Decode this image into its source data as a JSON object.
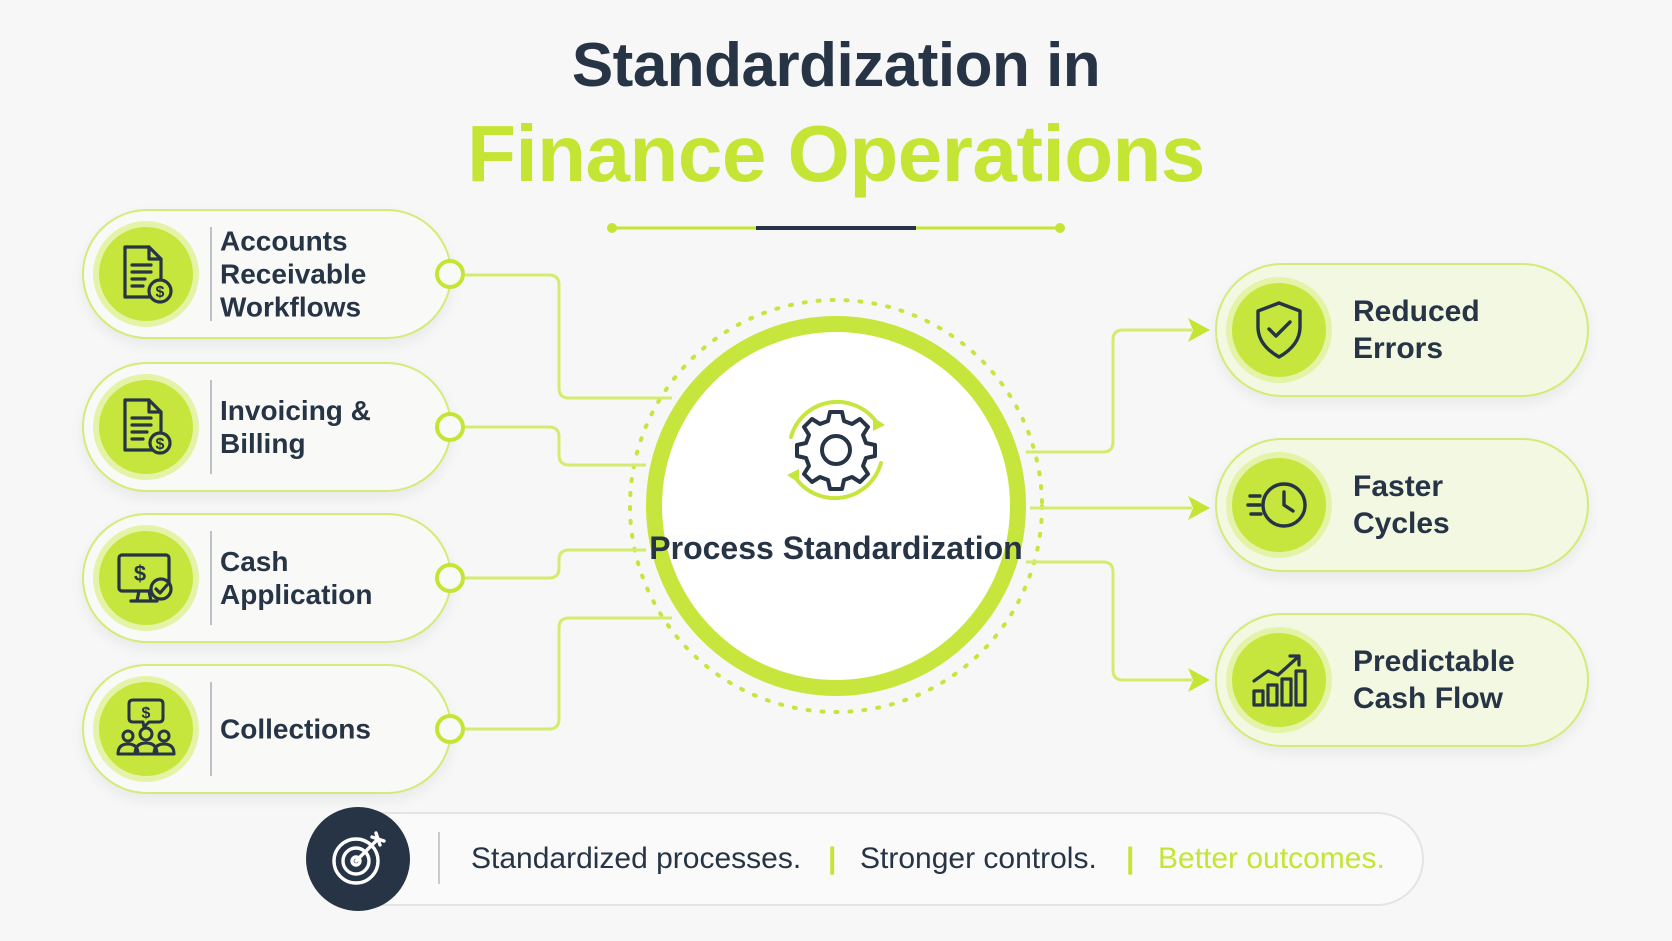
{
  "title": {
    "line1": "Standardization in",
    "line2": "Finance Operations"
  },
  "hub": {
    "label": "Process Standardization",
    "icon": "gear-cycle-icon"
  },
  "inputs": [
    {
      "label": "Accounts Receivable Workflows",
      "icon": "document-dollar-icon"
    },
    {
      "label": "Invoicing & Billing",
      "icon": "invoice-dollar-icon"
    },
    {
      "label": "Cash Application",
      "icon": "monitor-dollar-check-icon"
    },
    {
      "label": "Collections",
      "icon": "team-dollar-chat-icon"
    }
  ],
  "outcomes": [
    {
      "label": "Reduced Errors",
      "icon": "shield-check-icon"
    },
    {
      "label": "Faster Cycles",
      "icon": "fast-clock-icon"
    },
    {
      "label": "Predictable Cash Flow",
      "icon": "growth-chart-icon"
    }
  ],
  "tagline": {
    "icon": "target-icon",
    "parts": [
      "Standardized processes.",
      "Stronger controls.",
      "Better outcomes."
    ],
    "separator": "|"
  },
  "colors": {
    "accent": "#c4e534",
    "navy": "#263445",
    "background": "#f6f7f6"
  }
}
